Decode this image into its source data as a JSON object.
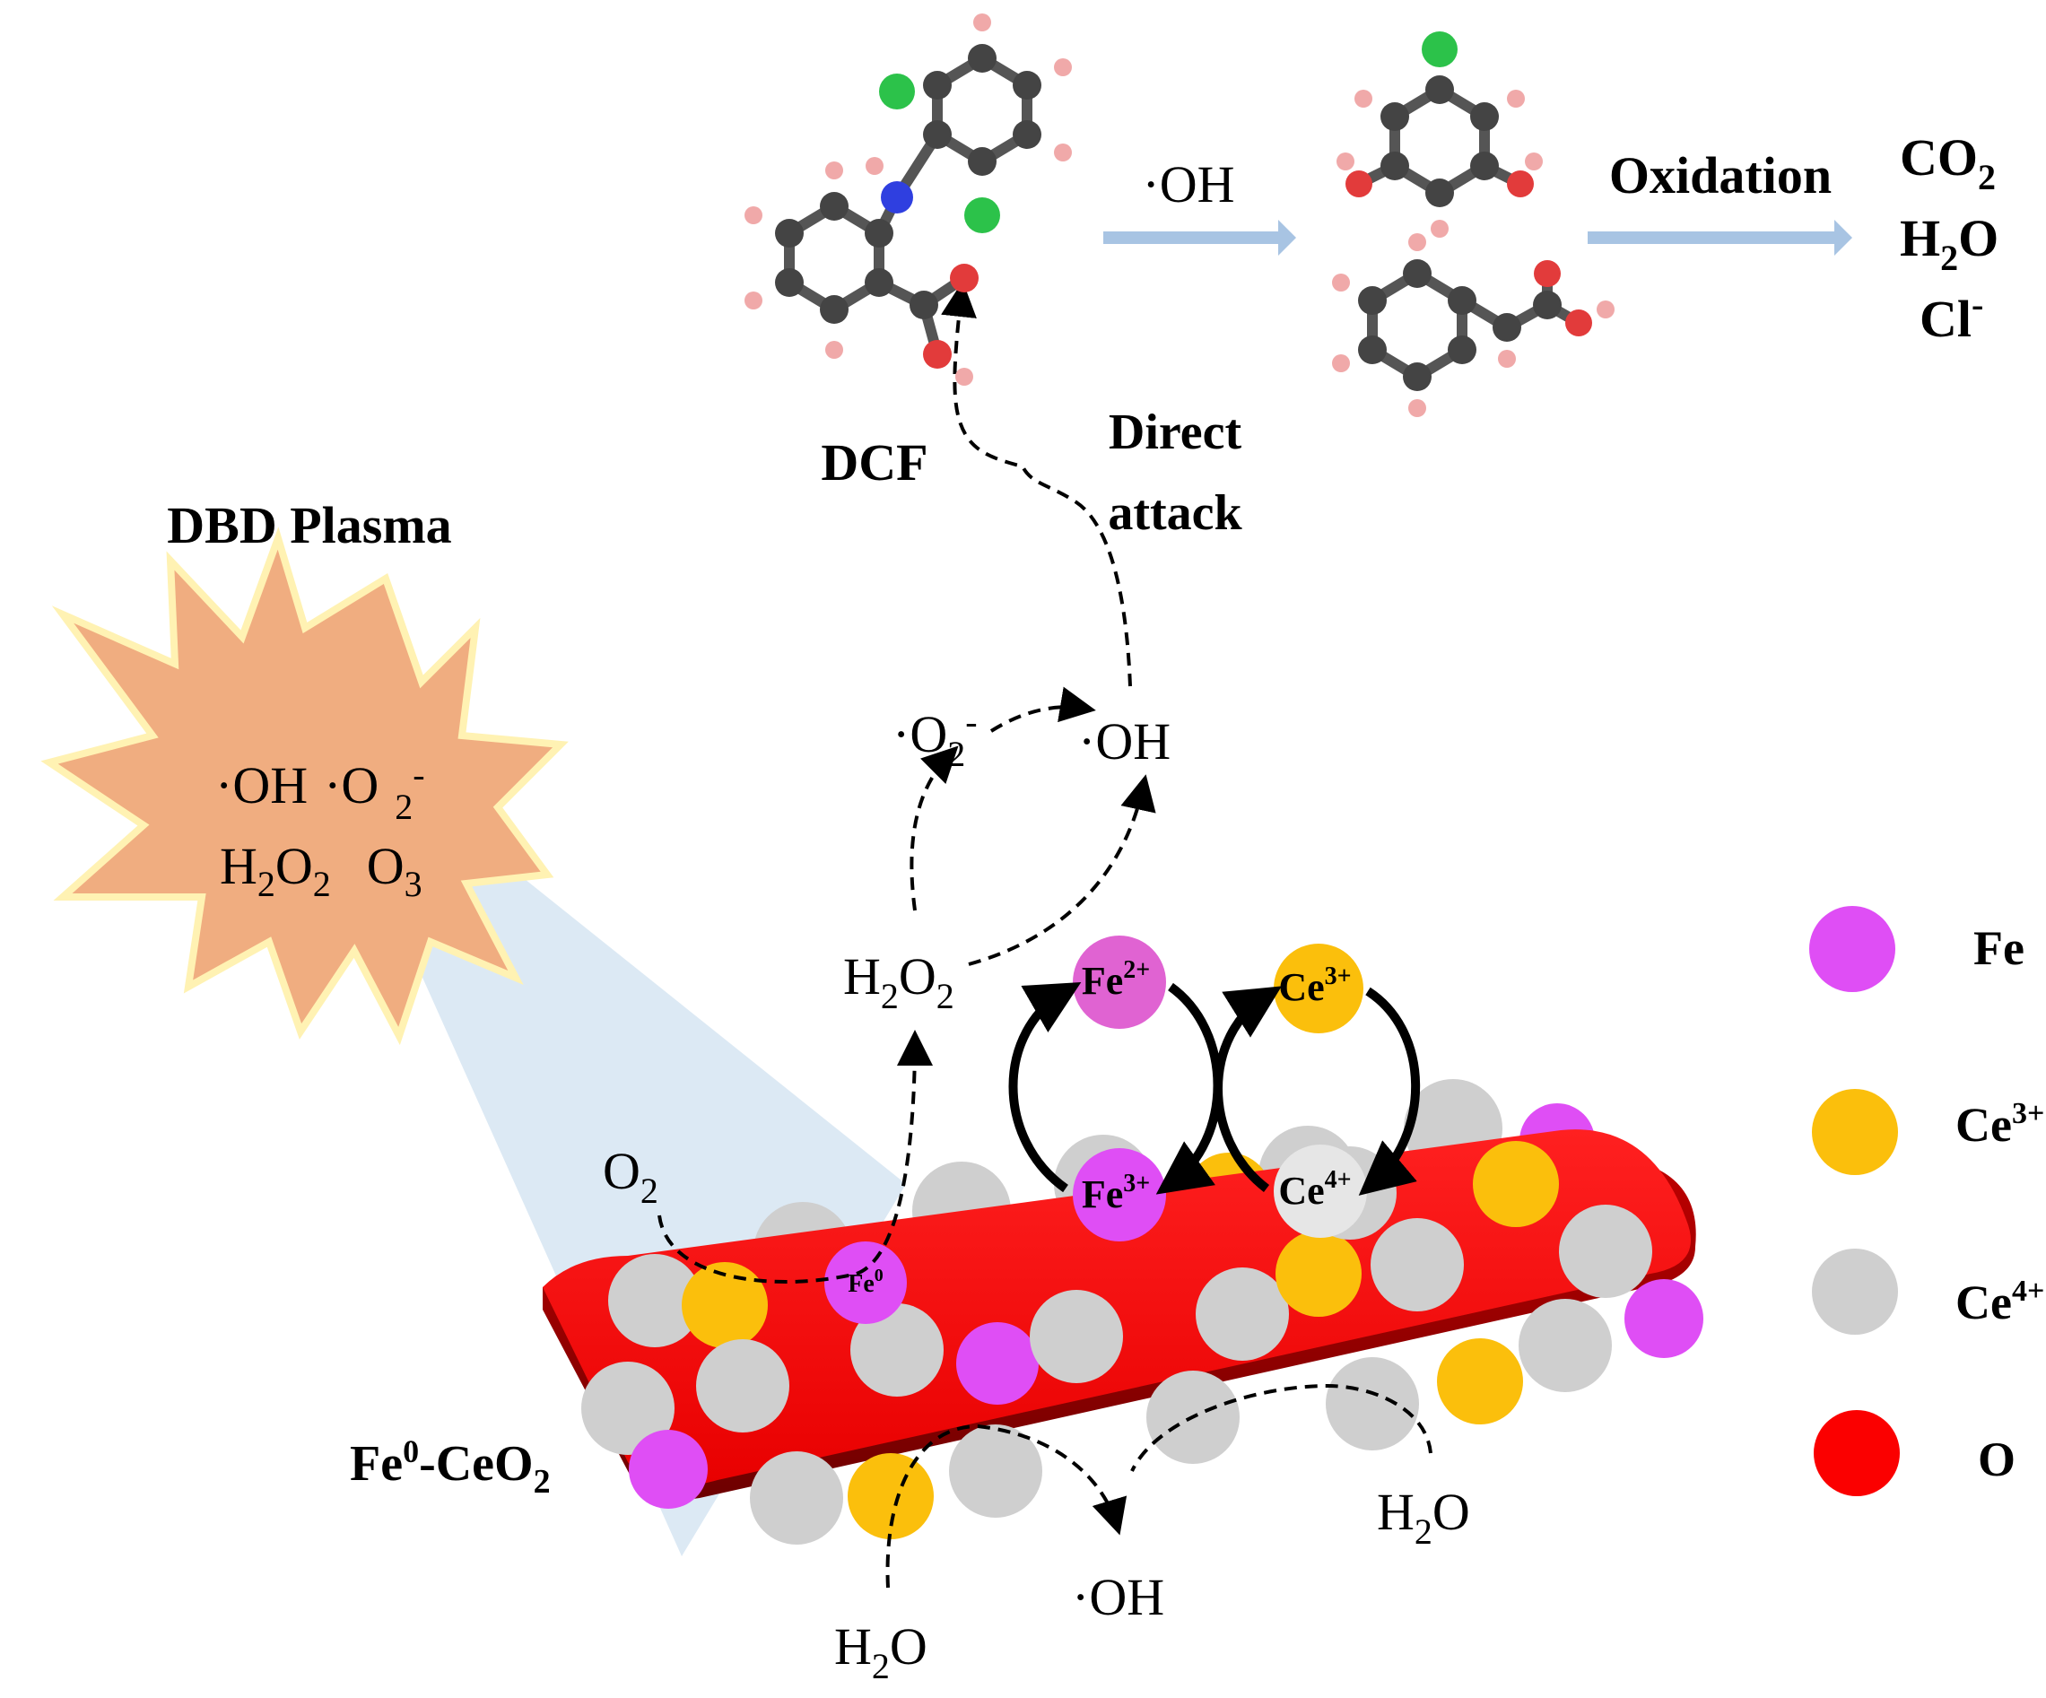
{
  "colors": {
    "fe": "#df4ef5",
    "ce3": "#fbbf0c",
    "ce4": "#cfcfcf",
    "o": "#fb0000",
    "star_fill": "#f0ad80",
    "star_edge": "#fff2b3",
    "beam": "#dce9f4",
    "process_arrow": "#a8c4e3"
  },
  "plasma": {
    "title": "DBD Plasma",
    "species": {
      "oh": "·OH",
      "o2": "·O",
      "o2_sub": "2",
      "o2_sup": "-",
      "h2o2_h": "H",
      "h2o2_2a": "2",
      "h2o2_o": "O",
      "h2o2_2b": "2",
      "o3_o": "O",
      "o3_3": "3"
    }
  },
  "molecules": {
    "dcf_label": "DCF",
    "step1_label": "·OH",
    "step2_label": "Oxidation",
    "products": {
      "co2_c": "CO",
      "co2_2": "2",
      "h2o_h": "H",
      "h2o_2": "2",
      "h2o_o": "O",
      "cl": "Cl",
      "cl_sup": "-"
    }
  },
  "mechanism": {
    "direct_attack_line1": "Direct",
    "direct_attack_line2": "attack",
    "oh_top": "·OH",
    "o2_radical": "·O",
    "o2_radical_sub": "2",
    "o2_radical_sup": "-",
    "h2o2": {
      "h": "H",
      "s1": "2",
      "o": "O",
      "s2": "2"
    },
    "o2": {
      "o": "O",
      "s": "2"
    },
    "fe2": {
      "el": "Fe",
      "sup": "2+"
    },
    "fe3": {
      "el": "Fe",
      "sup": "3+"
    },
    "ce3": {
      "el": "Ce",
      "sup": "3+"
    },
    "ce4": {
      "el": "Ce",
      "sup": "4+"
    },
    "fe0": {
      "el": "Fe",
      "sup": "0"
    },
    "h2o_bottom": {
      "h": "H",
      "s": "2",
      "o": "O"
    },
    "oh_bottom": "·OH",
    "h2o_right": {
      "h": "H",
      "s": "2",
      "o": "O"
    }
  },
  "catalyst": {
    "el": "Fe",
    "sup": "0",
    "rest": "-CeO",
    "sub": "2"
  },
  "legend": [
    {
      "key": "fe",
      "label": "Fe",
      "sup": ""
    },
    {
      "key": "ce3",
      "label": "Ce",
      "sup": "3+"
    },
    {
      "key": "ce4",
      "label": "Ce",
      "sup": "4+"
    },
    {
      "key": "o",
      "label": "O",
      "sup": ""
    }
  ]
}
